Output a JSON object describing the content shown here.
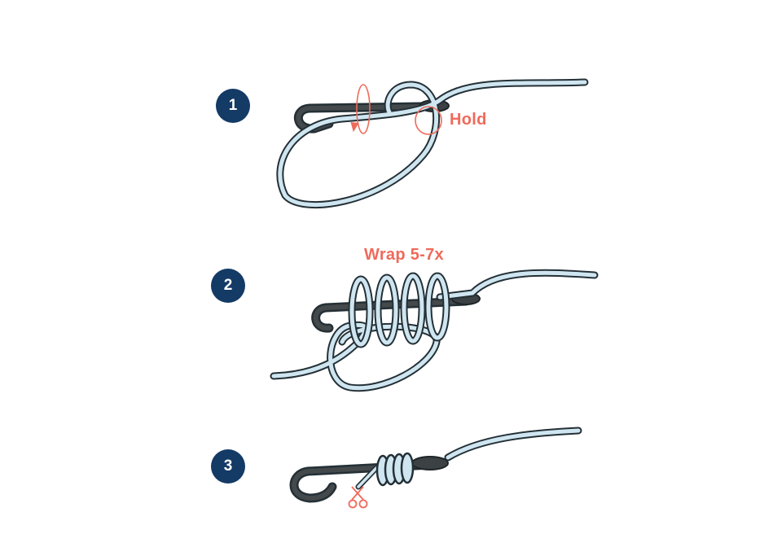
{
  "steps": [
    {
      "number": "1",
      "callout": "Hold"
    },
    {
      "number": "2",
      "callout": "Wrap 5-7x"
    },
    {
      "number": "3",
      "callout": ""
    }
  ],
  "colors": {
    "badge": "#143a66",
    "callout": "#ef6a5a",
    "line_fill": "#cfe6f1",
    "line_outline": "#243036",
    "hook": "#3c4144"
  },
  "icons": [
    "rotation-arrow-icon",
    "hold-circle-icon",
    "scissors-icon"
  ]
}
